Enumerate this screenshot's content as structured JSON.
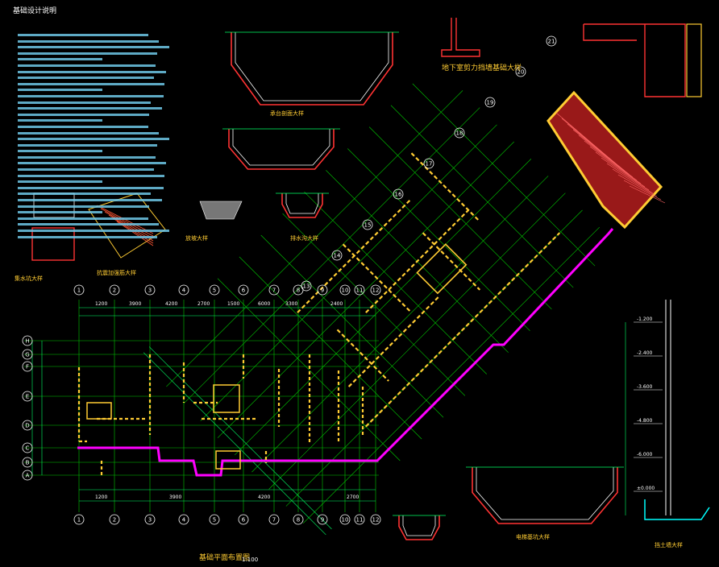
{
  "drawing": {
    "notes_title": "基础设计说明",
    "main_plan_title": "基础平面布置图",
    "main_plan_scale": "1:100",
    "labels": {
      "retaining_wall": "地下室剪力挡墙基础大样",
      "pile_cap_a": "承台剖面大样",
      "corner_detail": "抗震加强筋大样",
      "drainage": "排水沟大样",
      "pit_detail": "集水坑大样",
      "slope": "放坡大样",
      "wall_section": "挡土墙大样",
      "lift_pit": "电梯基坑大样"
    },
    "dims": [
      "1200",
      "3900",
      "4200",
      "2700",
      "1500",
      "6000",
      "3300",
      "2400"
    ],
    "elevations": [
      "-1.200",
      "-2.400",
      "-3.600",
      "-4.800",
      "-6.000",
      "±0.000"
    ]
  },
  "axes": {
    "bottom": [
      "1",
      "2",
      "3",
      "4",
      "5",
      "6",
      "7",
      "8",
      "9",
      "10",
      "11",
      "12"
    ],
    "left": [
      "H",
      "G",
      "F",
      "E",
      "D",
      "C",
      "B",
      "A"
    ],
    "diagonal": [
      "13",
      "14",
      "15",
      "16",
      "17",
      "18",
      "19",
      "20",
      "21"
    ]
  },
  "colors": {
    "background": "#000000",
    "grid": "#00c800",
    "axis_text": "#ffffff",
    "wall": "#ffcc33",
    "edge": "#ff00ff",
    "rebar": "#ff3333",
    "dim": "#00ff66",
    "notes": "#6ec8e8",
    "hatch": "#cc2222"
  }
}
